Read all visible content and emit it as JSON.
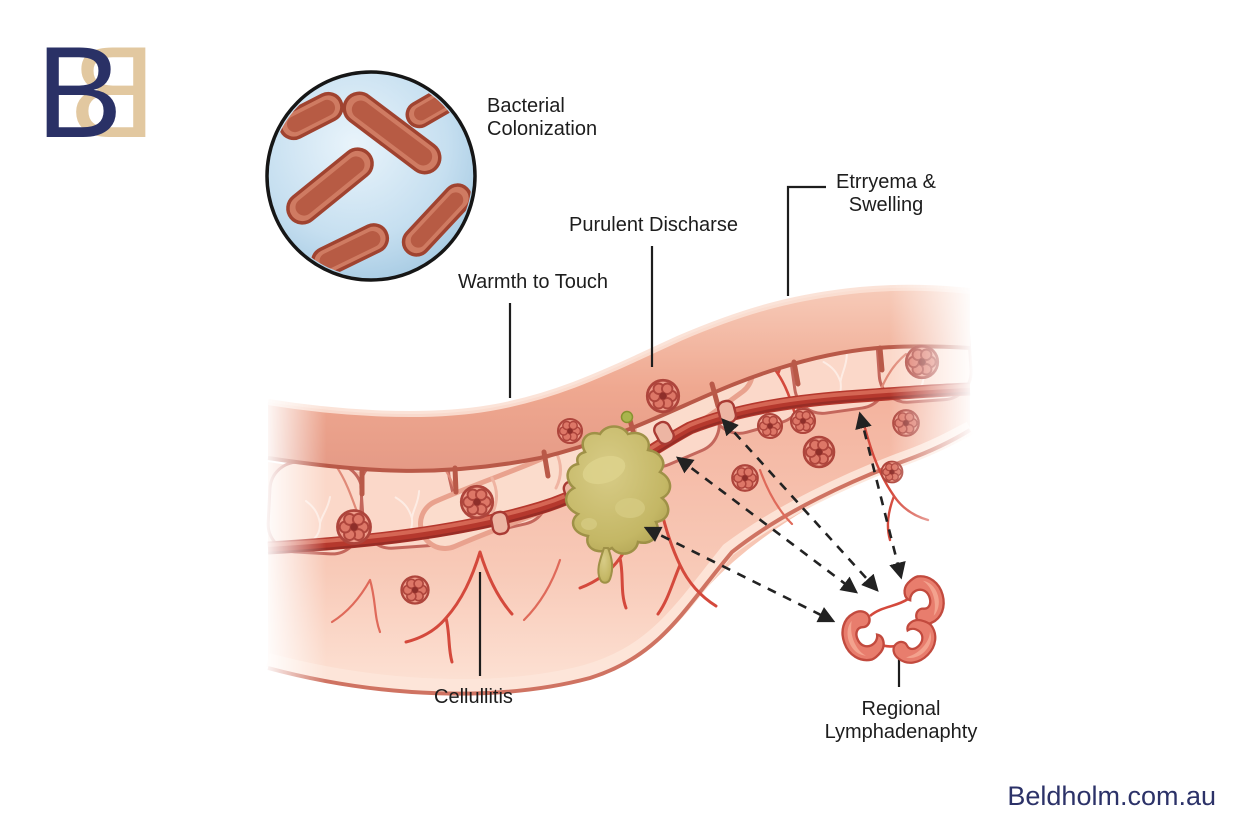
{
  "page": {
    "watermark": "Beldholm.com.au",
    "background_color": "#ffffff"
  },
  "logo": {
    "letter": "B",
    "navy_color": "#2a3166",
    "tan_color": "#e2c8a0"
  },
  "labels": {
    "bacterial": "Bacterial\nColonization",
    "purulent": "Purulent Discharse",
    "erythema": "Etrryema &\nSwelling",
    "warmth": "Warmth to Touch",
    "cellulitis": "Cellullitis",
    "lymph": "Regional\nLymphadenaphty"
  },
  "colors": {
    "label_text": "#1d1d1d",
    "watermark_text": "#2c3268",
    "bacteria_inset_bg": "#b9d8ec",
    "bacteria_rod": "#cf7b62",
    "epidermis": "#efa890",
    "dermis": "#f6c2af",
    "lobule": "#fbd8c9",
    "vessel_red": "#b5382d",
    "branch_red": "#d4493c",
    "pus_yellow": "#c4b765",
    "lymph_node": "#e87d6d",
    "arrow_black": "#222222"
  }
}
